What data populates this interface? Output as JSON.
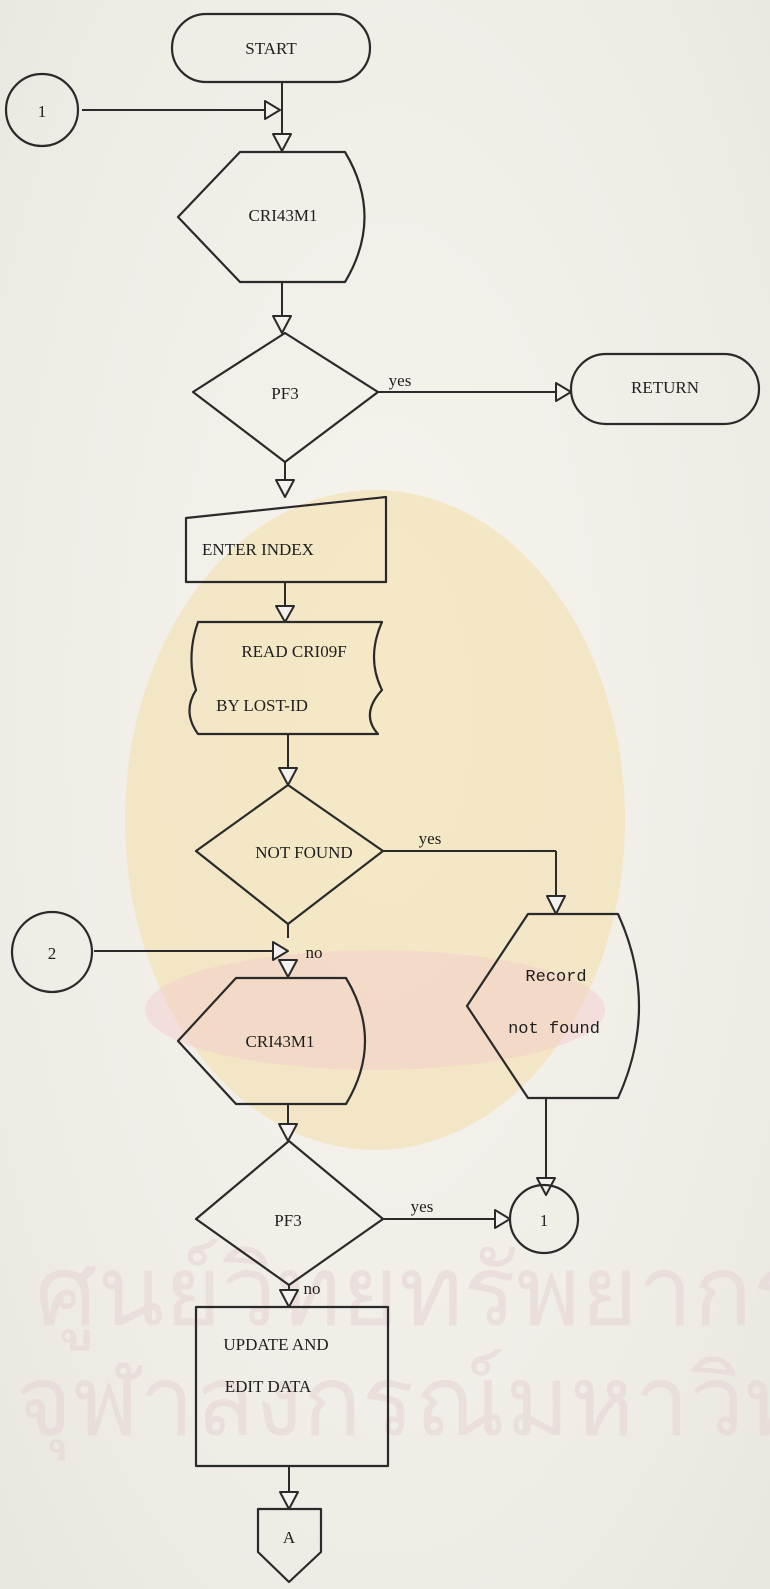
{
  "nodes": {
    "start": "START",
    "connector_1_entry": "1",
    "display_1": "CRI43M1",
    "decision_pf3_1": "PF3",
    "return": "RETURN",
    "input_enter_index": "ENTER INDEX",
    "read_line1": "READ CRI09F",
    "read_line2": "BY LOST-ID",
    "decision_not_found": "NOT FOUND",
    "connector_2_entry": "2",
    "display_2": "CRI43M1",
    "record_line1": "Record",
    "record_line2": "not found",
    "decision_pf3_2": "PF3",
    "connector_1_exit": "1",
    "update_line1": "UPDATE AND",
    "update_line2": "EDIT DATA",
    "offpage_a": "A"
  },
  "edges": {
    "pf3_1_yes": "yes",
    "not_found_yes": "yes",
    "not_found_no": "no",
    "pf3_2_yes": "yes",
    "pf3_2_no": "no"
  },
  "watermark": {
    "line1": "ศูนย์วิทยทรัพยากร",
    "line2": "จุฬาลงกรณ์มหาวิทยาลัย"
  }
}
